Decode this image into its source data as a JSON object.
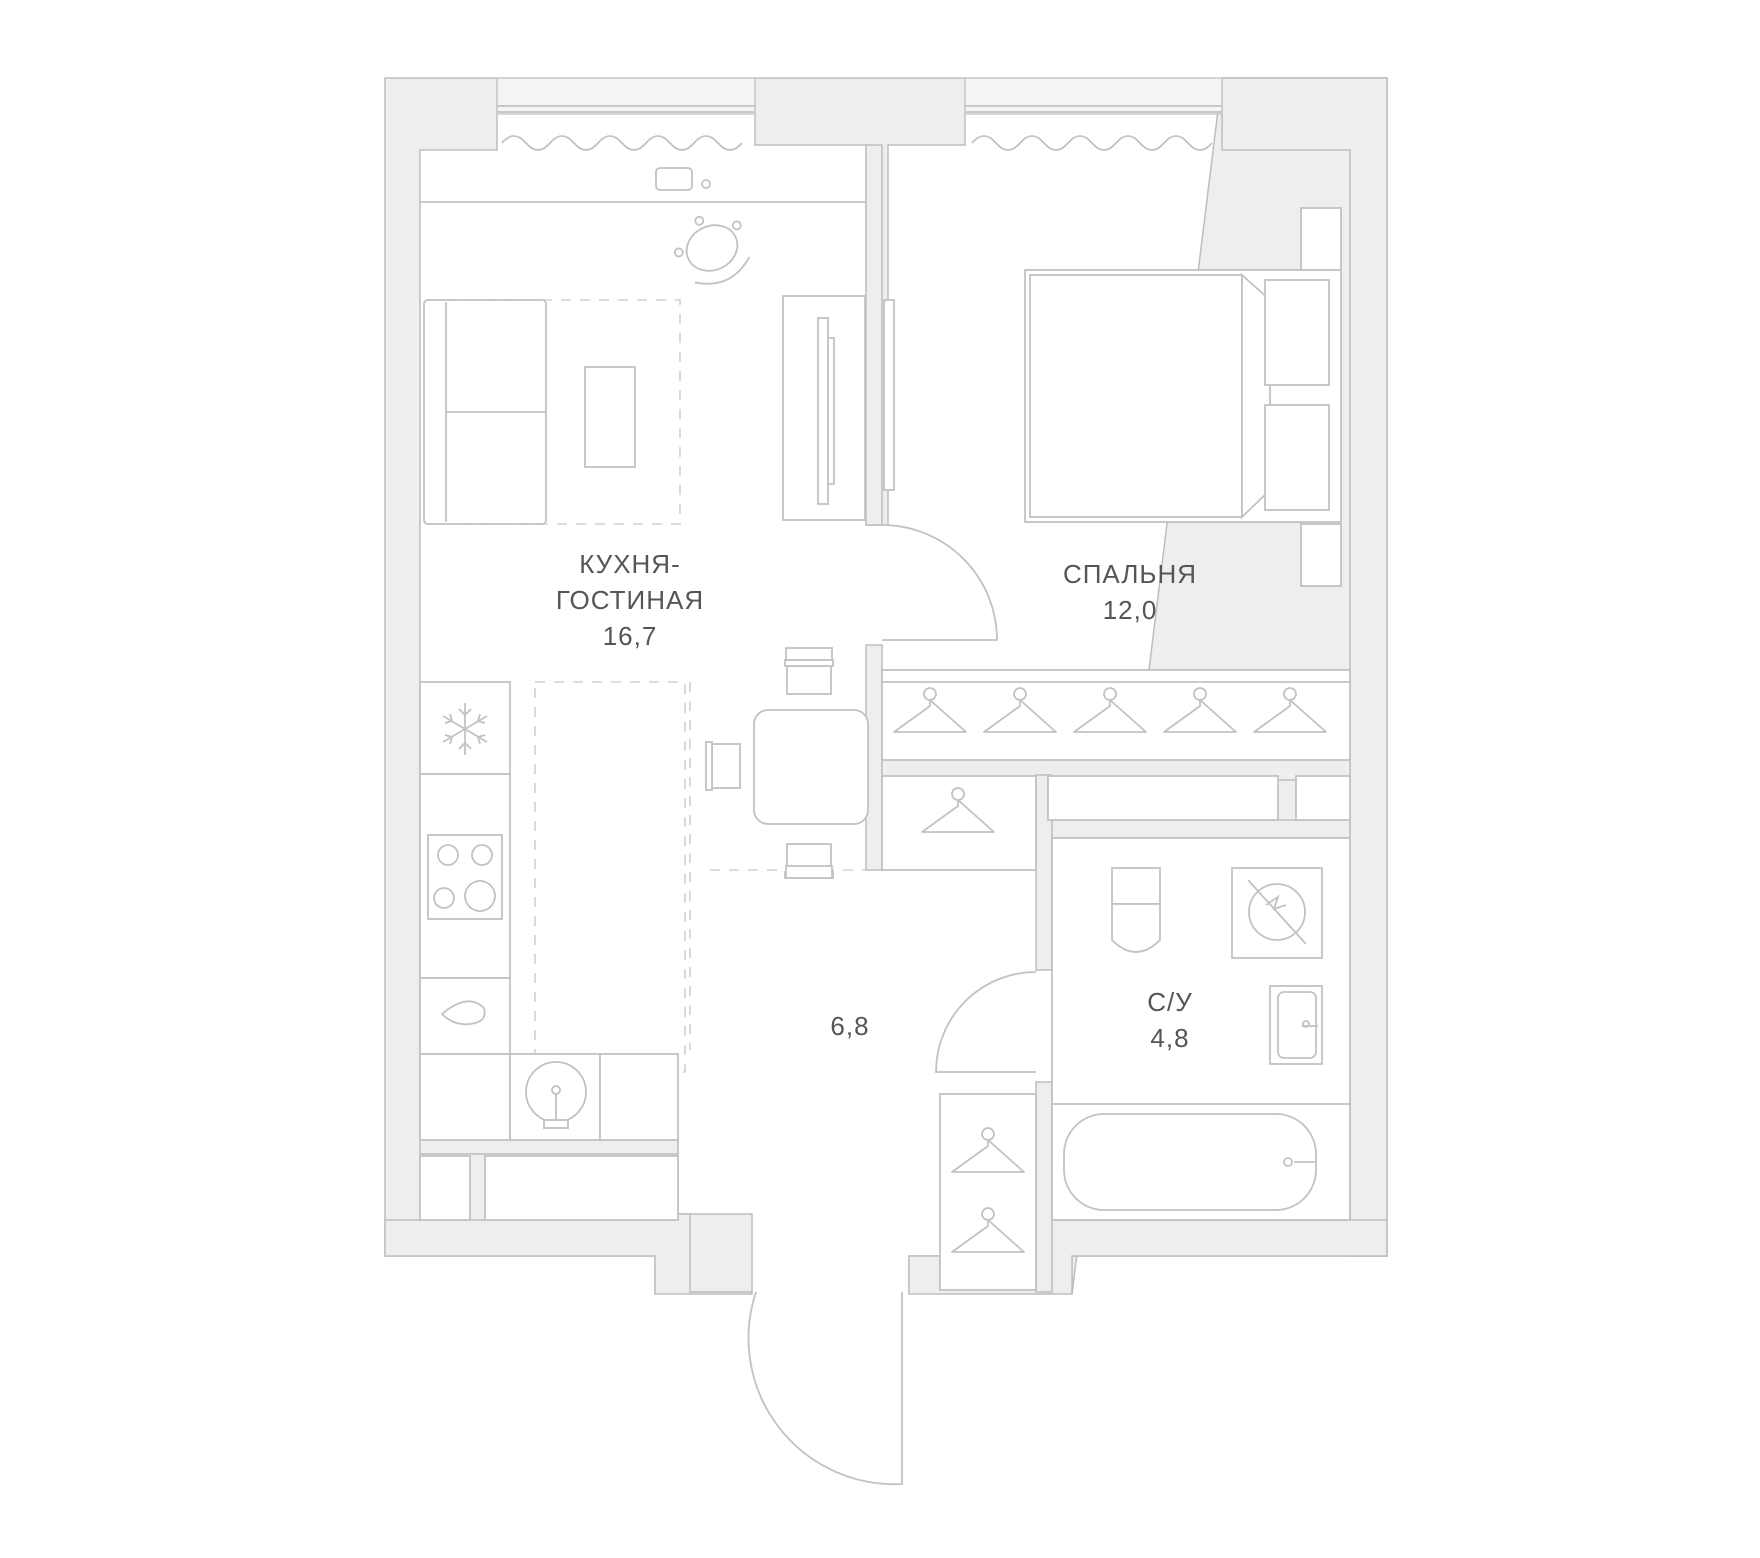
{
  "rooms": {
    "living": {
      "name_line1": "КУХНЯ-",
      "name_line2": "ГОСТИНАЯ",
      "area": "16,7"
    },
    "bedroom": {
      "name": "СПАЛЬНЯ",
      "area": "12,0"
    },
    "hall": {
      "area": "6,8"
    },
    "bathroom": {
      "name": "С/У",
      "area": "4,8"
    }
  },
  "colors": {
    "wall_fill": "#eeeeee",
    "line": "#c2c2c2",
    "text": "#555555"
  },
  "icons": [
    "snowflake-icon",
    "hanger-icon",
    "washing-machine-icon",
    "stove-icon",
    "sink-icon"
  ]
}
